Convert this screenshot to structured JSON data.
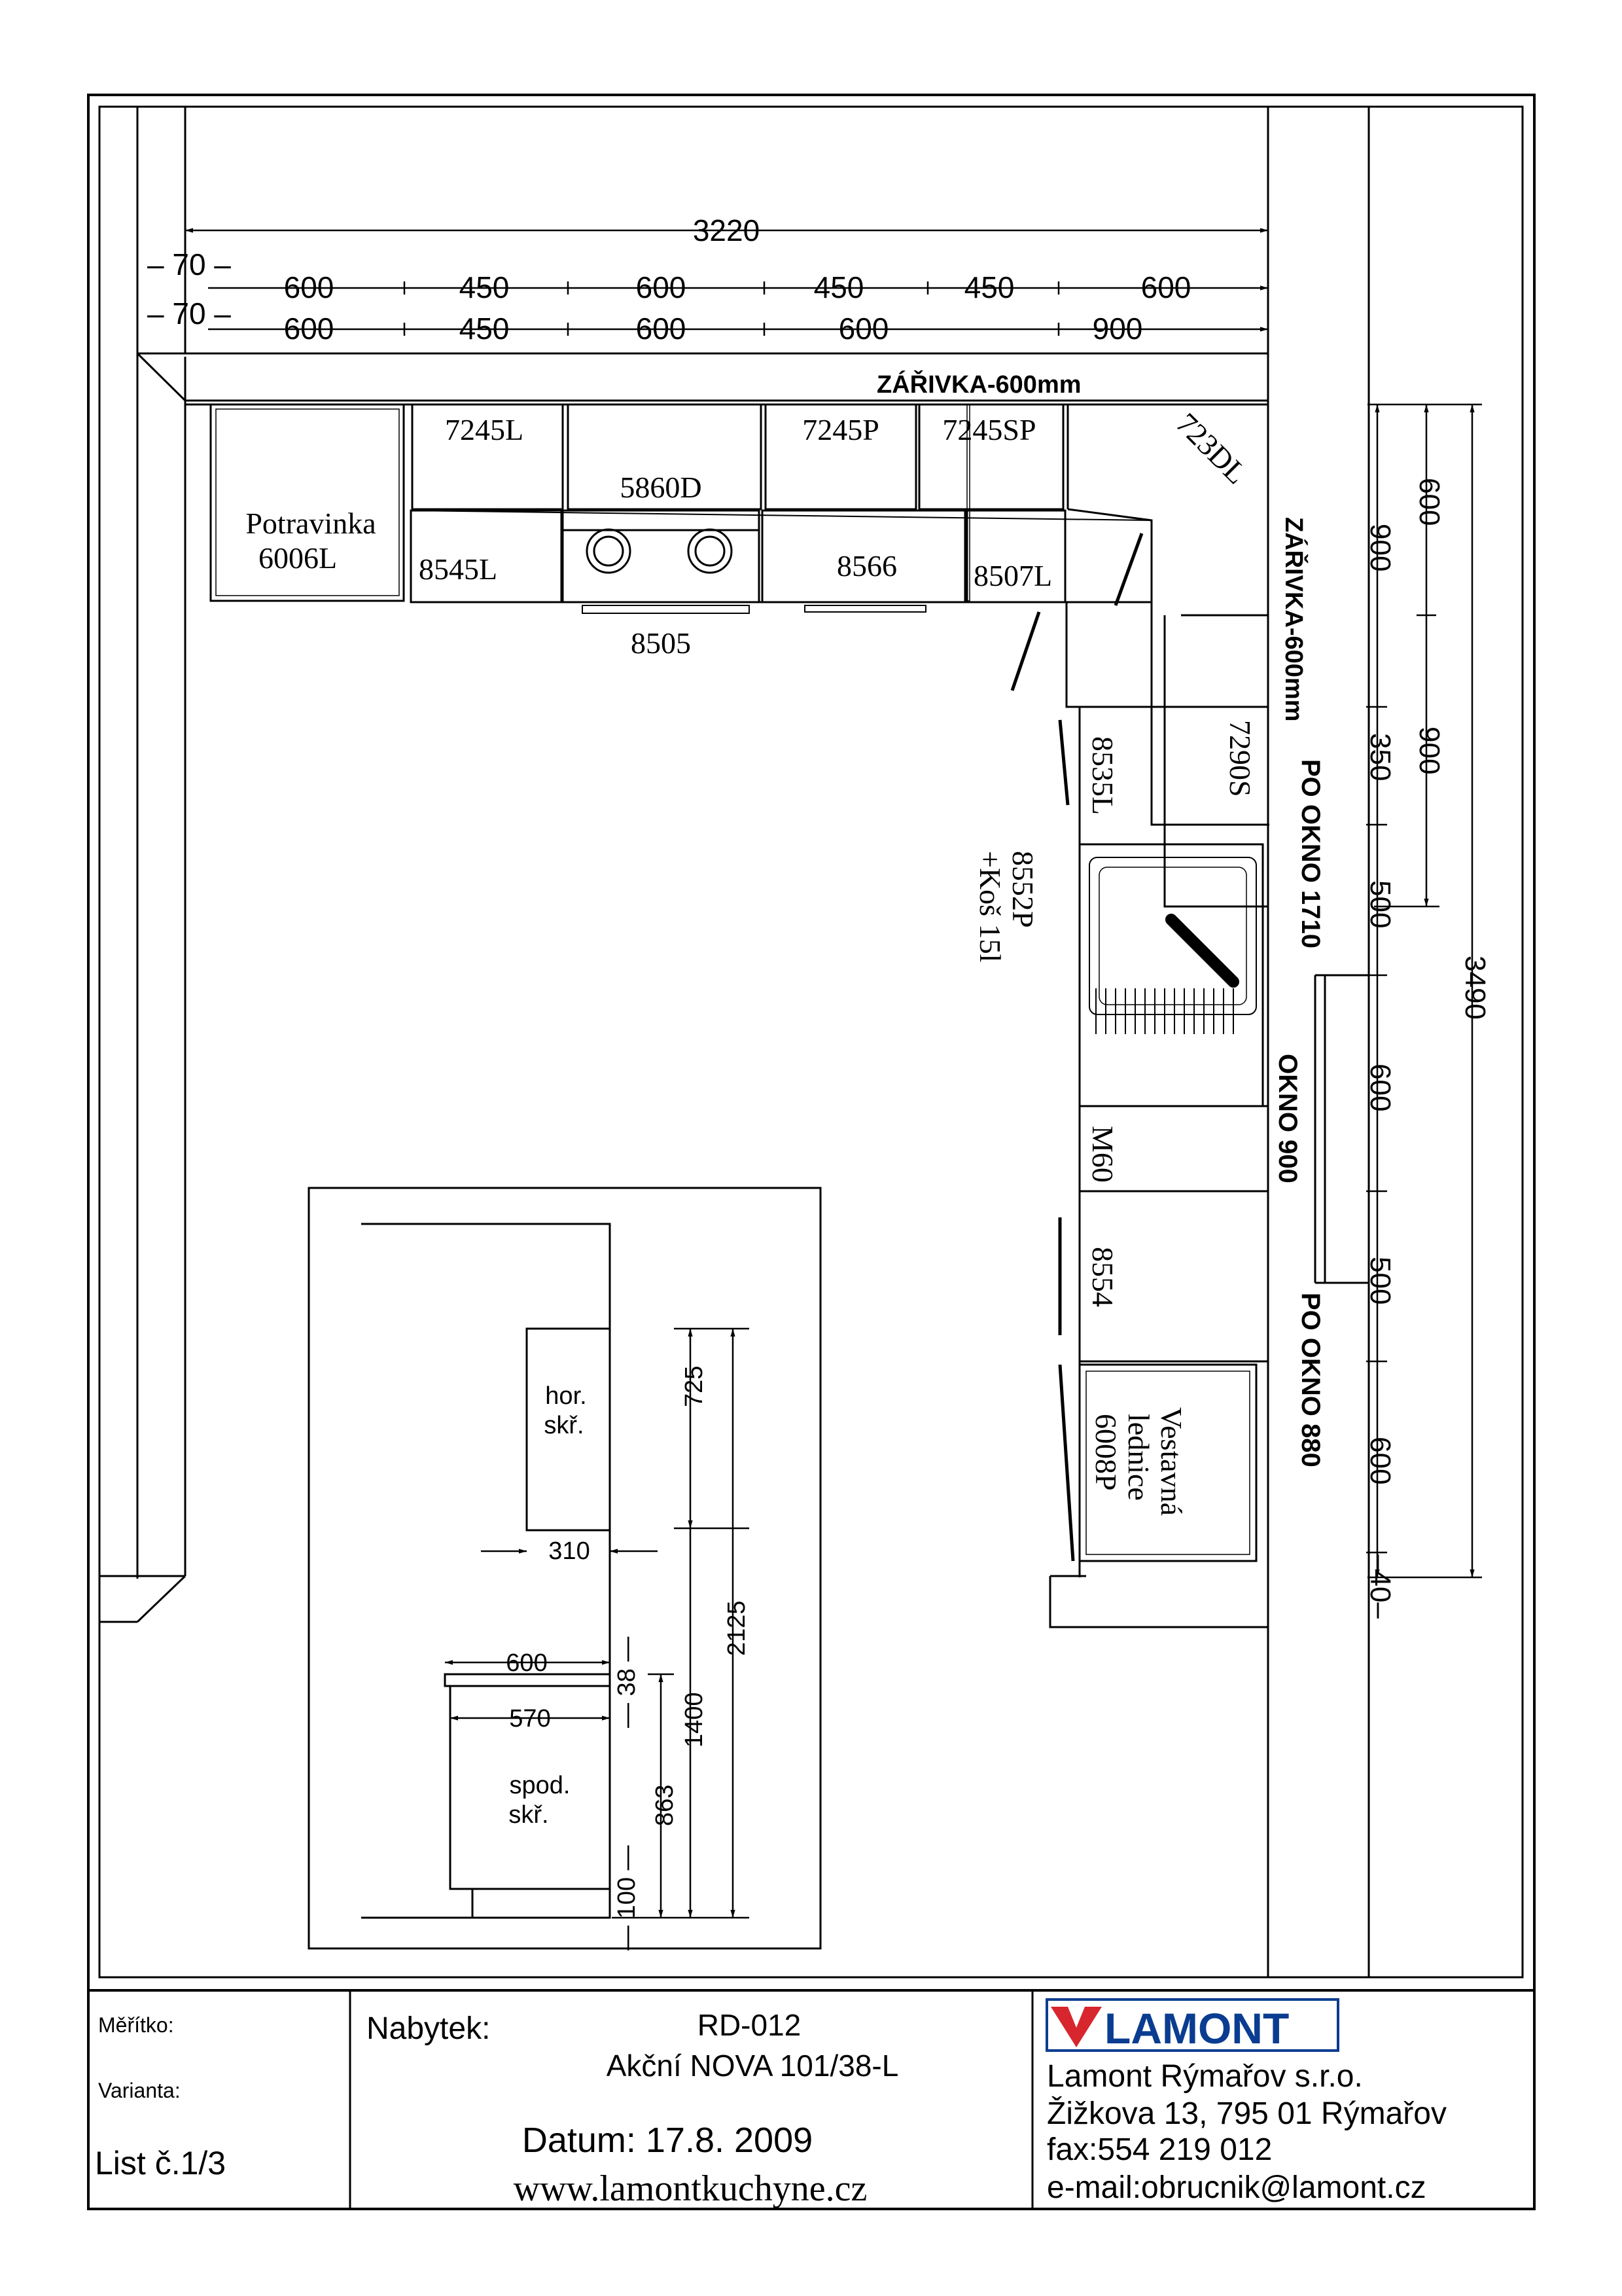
{
  "top_dims": {
    "total": "3220",
    "offset_upper": "– 70 –",
    "offset_lower": "– 70 –",
    "upper_row": [
      "600",
      "450",
      "600",
      "450",
      "450",
      "600"
    ],
    "lower_row": [
      "600",
      "450",
      "600",
      "600",
      "900"
    ]
  },
  "lamp_top": "ZÁŘIVKA-600mm",
  "lamp_right": "ZÁŘIVKA-600mm",
  "cabinets": {
    "c7245L": "7245L",
    "c7245P": "7245P",
    "c7245SP": "7245SP",
    "c723DL": "723DL",
    "c5860D": "5860D",
    "potravinka_line1": "Potravinka",
    "potravinka_line2": "6006L",
    "c8545L": "8545L",
    "c8566": "8566",
    "c8507L": "8507L",
    "c8505": "8505",
    "c7290S": "7290S",
    "c8535L": "8535L",
    "c8552P_line1": "8552P",
    "c8552P_line2": "+Koš 15l",
    "cM60": "M60",
    "c8554": "8554",
    "fridge_line1": "Vestavná",
    "fridge_line2": "lednice",
    "fridge_line3": "6008P"
  },
  "windows": {
    "po_okno_1710": "PO OKNO 1710",
    "okno_900": "OKNO 900",
    "po_okno_880": "PO OKNO 880"
  },
  "right_dims": {
    "inner": [
      "900",
      "350",
      "500",
      "600",
      "500",
      "600",
      "–40–"
    ],
    "mid": [
      "600",
      "900"
    ],
    "total": "3490"
  },
  "section": {
    "upper_cab_line1": "hor.",
    "upper_cab_line2": "skř.",
    "depth_upper": "310",
    "h725": "725",
    "h2125": "2125",
    "w600": "600",
    "w570": "570",
    "h38": "— 38 —",
    "h1400": "1400",
    "h863": "863",
    "h100": "— 100 —",
    "lower_cab_line1": "spod.",
    "lower_cab_line2": "skř."
  },
  "title_block": {
    "scale_label": "Měřítko:",
    "variant_label": "Varianta:",
    "sheet": "List č.1/3",
    "furniture_label": "Nabytek:",
    "project": "RD-012",
    "product": "Akční NOVA 101/38-L",
    "date": "Datum: 17.8. 2009",
    "web": "www.lamontkuchyne.cz",
    "logo_text": "LAMONT",
    "company": "Lamont Rýmařov s.r.o.",
    "address": "Žižkova 13,   795 01 Rýmařov",
    "fax": "fax:554 219 012",
    "email": "e-mail:obrucnik@lamont.cz"
  },
  "colors": {
    "logo_red": "#d8262e",
    "logo_blue": "#0a3d91",
    "ink": "#000000"
  }
}
